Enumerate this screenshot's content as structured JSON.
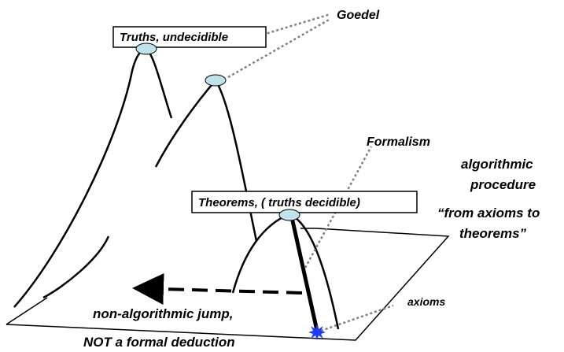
{
  "labels": {
    "goedel": "Goedel",
    "truths_undecidible": "Truths, undecidible",
    "formalism": "Formalism",
    "procedure": [
      "algorithmic",
      "procedure",
      "“from axioms to",
      "theorems”"
    ],
    "theorems": "Theorems, ( truths decidible)",
    "axioms": "axioms",
    "jump_line1": "non-algorithmic jump,",
    "jump_line2": "NOT a formal deduction"
  },
  "colors": {
    "stroke": "#000000",
    "node_fill": "#bfe3ea",
    "dotted": "#808080",
    "star": "#1a3cff"
  },
  "icons": {
    "axioms_marker": "star-icon",
    "jump_arrow": "arrow-left-icon"
  }
}
